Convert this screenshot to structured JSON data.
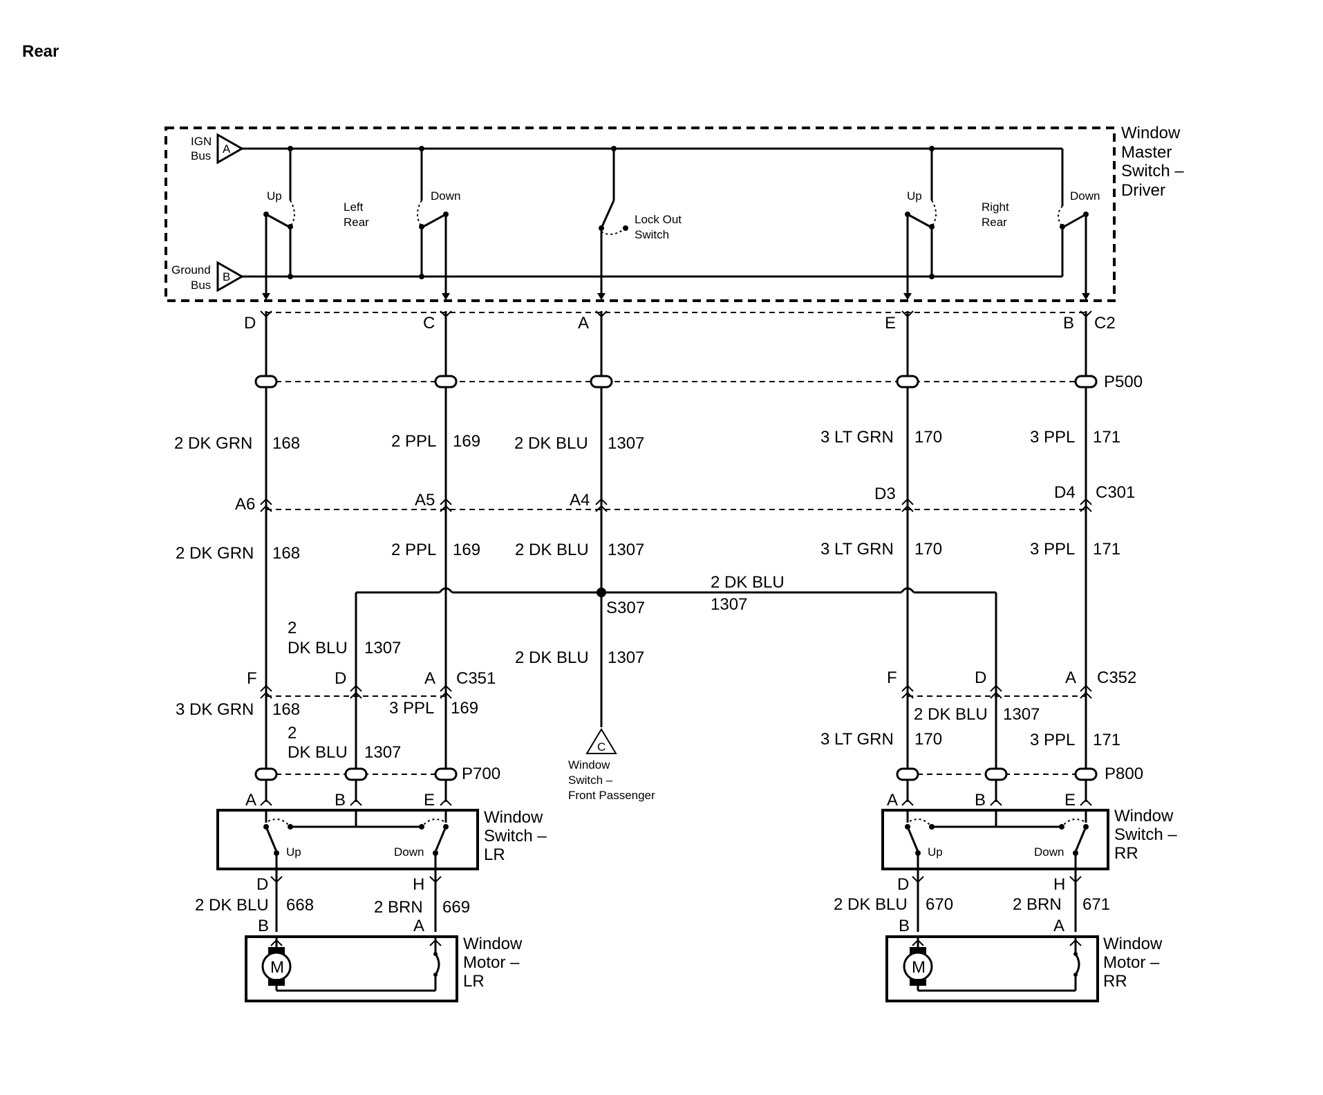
{
  "page": {
    "title": "Rear"
  },
  "master_switch": {
    "title_lines": [
      "Window",
      "Master",
      "Switch –",
      "Driver"
    ],
    "ign_bus": {
      "lines": [
        "IGN",
        "Bus"
      ],
      "pin": "A"
    },
    "ground_bus": {
      "lines": [
        "Ground",
        "Bus"
      ],
      "pin": "B"
    },
    "left_rear": {
      "lines": [
        "Left",
        "Rear"
      ],
      "up": "Up",
      "down": "Down"
    },
    "right_rear": {
      "lines": [
        "Right",
        "Rear"
      ],
      "up": "Up",
      "down": "Down"
    },
    "lock_out": {
      "lines": [
        "Lock Out",
        "Switch"
      ]
    }
  },
  "connectors": {
    "c2": {
      "name": "C2",
      "pins": [
        "D",
        "C",
        "A",
        "E",
        "B"
      ]
    },
    "p500": {
      "name": "P500"
    },
    "c301": {
      "name": "C301",
      "pins": [
        "A6",
        "A5",
        "A4",
        "D3",
        "D4"
      ]
    },
    "c351": {
      "name": "C351",
      "pins": [
        "F",
        "D",
        "A"
      ]
    },
    "c352": {
      "name": "C352",
      "pins": [
        "F",
        "D",
        "A"
      ]
    },
    "p700": {
      "name": "P700"
    },
    "p800": {
      "name": "P800"
    },
    "splice": {
      "name": "S307"
    }
  },
  "wires": {
    "w168_top": {
      "size": "2 DK GRN",
      "circuit": "168"
    },
    "w169_top": {
      "size": "2 PPL",
      "circuit": "169"
    },
    "w1307_top": {
      "size": "2 DK BLU",
      "circuit": "1307"
    },
    "w170_top": {
      "size": "3 LT GRN",
      "circuit": "170"
    },
    "w171_top": {
      "size": "3 PPL",
      "circuit": "171"
    },
    "w168_mid": {
      "size": "2 DK GRN",
      "circuit": "168"
    },
    "w169_mid": {
      "size": "2 PPL",
      "circuit": "169"
    },
    "w1307_mid": {
      "size": "2 DK BLU",
      "circuit": "1307"
    },
    "w170_mid": {
      "size": "3 LT GRN",
      "circuit": "170"
    },
    "w171_mid": {
      "size": "3 PPL",
      "circuit": "171"
    },
    "w1307_h": {
      "size": "2 DK BLU",
      "circuit": "1307"
    },
    "w1307_lr_branch": {
      "size_lines": [
        "2",
        "DK BLU"
      ],
      "circuit": "1307"
    },
    "w1307_down": {
      "size": "2 DK BLU",
      "circuit": "1307"
    },
    "w168_low": {
      "size": "3 DK GRN",
      "circuit": "168"
    },
    "w169_low": {
      "size": "3 PPL",
      "circuit": "169"
    },
    "w1307_lr_low": {
      "size_lines": [
        "2",
        "DK BLU"
      ],
      "circuit": "1307"
    },
    "w1307_rr_low": {
      "size": "2 DK BLU",
      "circuit": "1307"
    },
    "w170_low": {
      "size": "3 LT GRN",
      "circuit": "170"
    },
    "w171_low": {
      "size": "3 PPL",
      "circuit": "171"
    },
    "w668": {
      "size": "2 DK BLU",
      "circuit": "668"
    },
    "w669": {
      "size": "2 BRN",
      "circuit": "669"
    },
    "w670": {
      "size": "2 DK BLU",
      "circuit": "670"
    },
    "w671": {
      "size": "2 BRN",
      "circuit": "671"
    }
  },
  "front_passenger": {
    "pin": "C",
    "lines": [
      "Window",
      "Switch –",
      "Front Passenger"
    ]
  },
  "switch_lr": {
    "title_lines": [
      "Window",
      "Switch –",
      "LR"
    ],
    "pins_top": [
      "A",
      "B",
      "E"
    ],
    "pins_bottom": [
      "D",
      "H"
    ],
    "up": "Up",
    "down": "Down"
  },
  "switch_rr": {
    "title_lines": [
      "Window",
      "Switch –",
      "RR"
    ],
    "pins_top": [
      "A",
      "B",
      "E"
    ],
    "pins_bottom": [
      "D",
      "H"
    ],
    "up": "Up",
    "down": "Down"
  },
  "motor_lr": {
    "title_lines": [
      "Window",
      "Motor –",
      "LR"
    ],
    "pins": [
      "B",
      "A"
    ],
    "symbol": "M"
  },
  "motor_rr": {
    "title_lines": [
      "Window",
      "Motor –",
      "RR"
    ],
    "pins": [
      "B",
      "A"
    ],
    "symbol": "M"
  }
}
